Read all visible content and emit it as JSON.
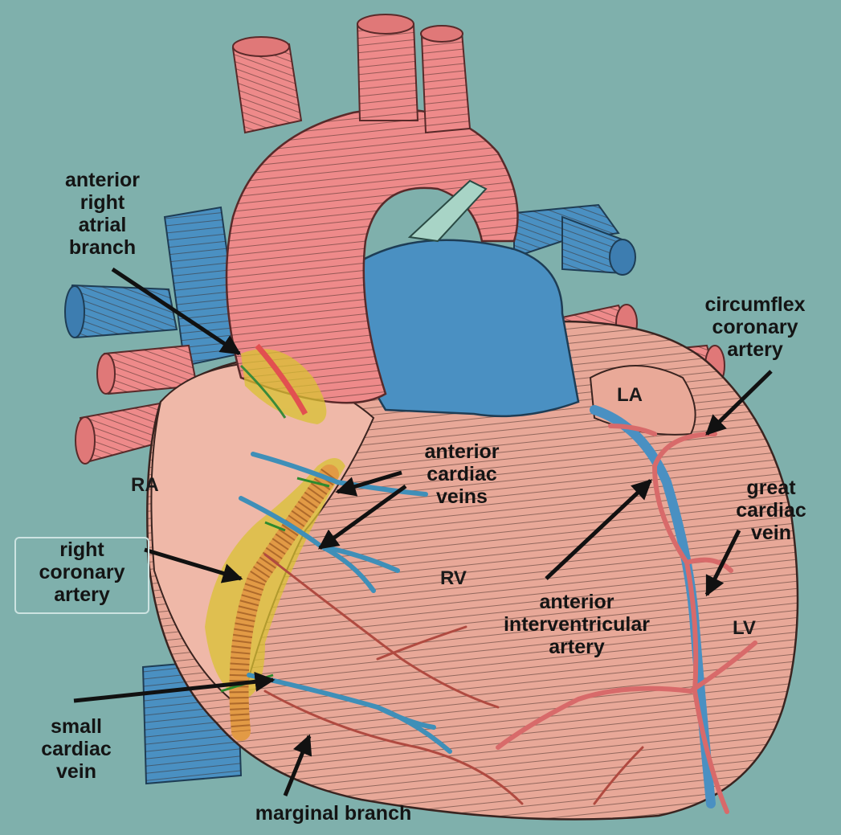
{
  "labels": {
    "anterior_right_atrial_branch": [
      "anterior",
      "right",
      "atrial",
      "branch"
    ],
    "circumflex_coronary_artery": [
      "circumflex",
      "coronary",
      "artery"
    ],
    "anterior_cardiac_veins": [
      "anterior",
      "cardiac",
      "veins"
    ],
    "great_cardiac_vein": [
      "great",
      "cardiac",
      "vein"
    ],
    "right_coronary_artery": [
      "right",
      "coronary",
      "artery"
    ],
    "anterior_interventricular_artery": [
      "anterior",
      "interventricular",
      "artery"
    ],
    "small_cardiac_vein": [
      "small",
      "cardiac",
      "vein"
    ],
    "marginal_branch": [
      "marginal branch"
    ]
  },
  "chambers": {
    "ra": "RA",
    "rv": "RV",
    "la": "LA",
    "lv": "LV"
  },
  "colors": {
    "background": "#7fb0ac",
    "heart_muscle": "#e8a898",
    "aorta": "#ee8a8a",
    "veins": "#4a90c2",
    "artery": "#e66060",
    "highlight": "#d9c233",
    "rca": "#e29a45"
  }
}
